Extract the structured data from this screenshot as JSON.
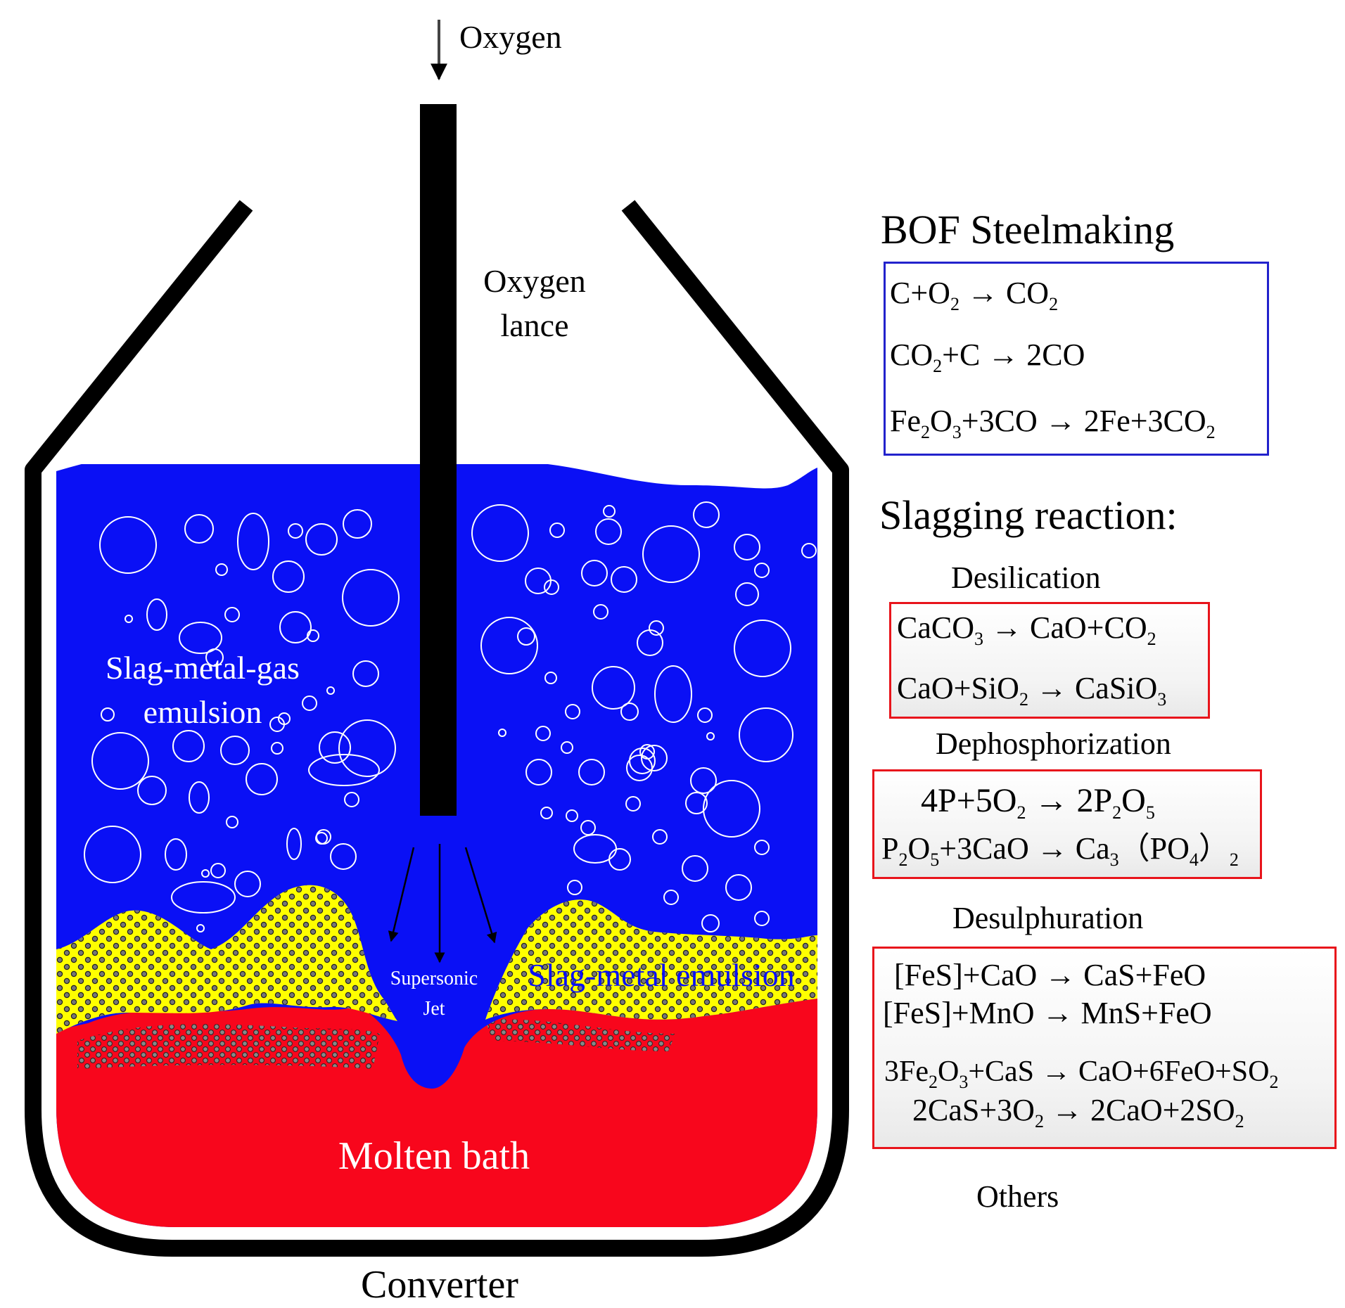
{
  "labels": {
    "oxygen": "Oxygen",
    "lance": [
      "Oxygen",
      "lance"
    ],
    "slag_metal_gas": [
      "Slag-metal-gas",
      "emulsion"
    ],
    "supersonic_jet": [
      "Supersonic",
      "Jet"
    ],
    "slag_metal_emulsion": "Slag-metal emulsion",
    "molten_bath": "Molten bath",
    "converter": "Converter"
  },
  "bof": {
    "title": "BOF Steelmaking",
    "equations": [
      {
        "segs": [
          [
            "C+O",
            ""
          ],
          [
            "2",
            "sub"
          ],
          [
            " → CO",
            ""
          ],
          [
            "2",
            "sub"
          ]
        ]
      },
      {
        "segs": [
          [
            "CO",
            ""
          ],
          [
            "2",
            "sub"
          ],
          [
            "+C → 2CO",
            ""
          ]
        ]
      },
      {
        "segs": [
          [
            "Fe",
            ""
          ],
          [
            "2",
            "sub"
          ],
          [
            "O",
            ""
          ],
          [
            "3",
            "sub"
          ],
          [
            "+3CO → 2Fe+3CO",
            ""
          ],
          [
            "2",
            "sub"
          ]
        ]
      }
    ]
  },
  "slagging": {
    "title": "Slagging reaction:",
    "desilication": {
      "title": "Desilication",
      "equations": [
        {
          "segs": [
            [
              "CaCO",
              ""
            ],
            [
              "3",
              "sub"
            ],
            [
              " → CaO+CO",
              ""
            ],
            [
              "2",
              "sub"
            ]
          ]
        },
        {
          "segs": [
            [
              "CaO+SiO",
              ""
            ],
            [
              "2",
              "sub"
            ],
            [
              " → CaSiO",
              ""
            ],
            [
              "3",
              "sub"
            ]
          ]
        }
      ]
    },
    "dephosphorization": {
      "title": "Dephosphorization",
      "equations": [
        {
          "segs": [
            [
              "4P+5O",
              ""
            ],
            [
              "2",
              "sub"
            ],
            [
              " → 2P",
              ""
            ],
            [
              "2",
              "sub"
            ],
            [
              "O",
              ""
            ],
            [
              "5",
              "sub"
            ]
          ]
        },
        {
          "segs": [
            [
              "P",
              ""
            ],
            [
              "2",
              "sub"
            ],
            [
              "O",
              ""
            ],
            [
              "5",
              "sub"
            ],
            [
              "+3CaO → Ca",
              ""
            ],
            [
              "3",
              "sub"
            ],
            [
              "（PO",
              ""
            ],
            [
              "4",
              "sub"
            ],
            [
              "）",
              ""
            ],
            [
              "2",
              "sub"
            ]
          ]
        }
      ]
    },
    "desulphuration": {
      "title": "Desulphuration",
      "equations": [
        {
          "segs": [
            [
              "[FeS]+CaO → CaS+FeO",
              ""
            ]
          ]
        },
        {
          "segs": [
            [
              "[FeS]+MnO → MnS+FeO",
              ""
            ]
          ]
        },
        {
          "segs": [
            [
              "3Fe",
              ""
            ],
            [
              "2",
              "sub"
            ],
            [
              "O",
              ""
            ],
            [
              "3",
              "sub"
            ],
            [
              "+CaS → CaO+6FeO+SO",
              ""
            ],
            [
              "2",
              "sub"
            ]
          ]
        },
        {
          "segs": [
            [
              "2CaS+3O",
              ""
            ],
            [
              "2",
              "sub"
            ],
            [
              " → 2CaO+2SO",
              ""
            ],
            [
              "2",
              "sub"
            ]
          ]
        }
      ]
    },
    "others": "Others"
  },
  "colors": {
    "slag": "#0a10f5",
    "emulsion": "#ffff00",
    "bath": "#f8061c",
    "vessel": "#000000",
    "bof_box_border": "#2222cc",
    "reaction_box_border": "#e8141b"
  }
}
